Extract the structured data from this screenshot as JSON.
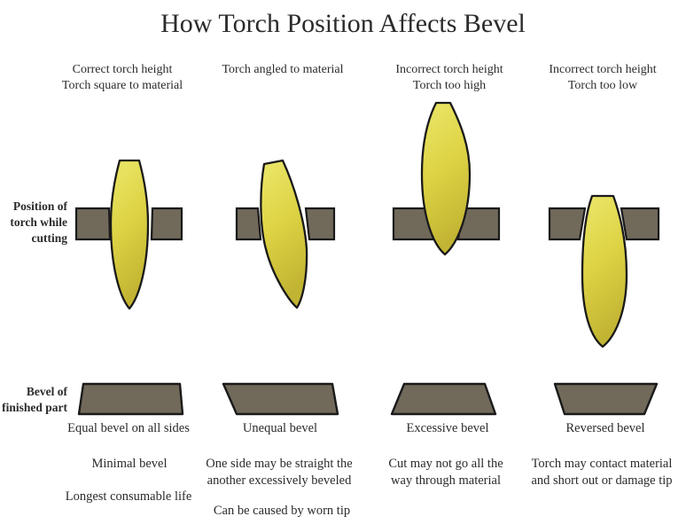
{
  "title": "How Torch Position Affects Bevel",
  "side_labels": {
    "torch_position": [
      "Position of",
      "torch while",
      "cutting"
    ],
    "bevel": [
      "Bevel of",
      "finished part"
    ]
  },
  "columns": [
    {
      "header": [
        "Correct torch height",
        "Torch square to material"
      ],
      "bevel_caption": "Equal bevel on all sides",
      "notes": [
        [
          "Minimal bevel"
        ],
        [
          "Longest consumable life"
        ]
      ]
    },
    {
      "header": [
        "Torch angled to material"
      ],
      "bevel_caption": "Unequal bevel",
      "notes": [
        [
          "One side may be straight the",
          "another excessively beveled"
        ],
        [
          "Can be caused by worn tip"
        ]
      ]
    },
    {
      "header": [
        "Incorrect torch height",
        "Torch too high"
      ],
      "bevel_caption": "Excessive bevel",
      "notes": [
        [
          "Cut may not go all the",
          "way through material"
        ]
      ]
    },
    {
      "header": [
        "Incorrect torch height",
        "Torch too low"
      ],
      "bevel_caption": "Reversed bevel",
      "notes": [
        [
          "Torch may contact material",
          "and short out or damage tip"
        ]
      ]
    }
  ],
  "colors": {
    "background": "#ffffff",
    "text": "#2b2b2b",
    "outline": "#1a1a1a",
    "material": "#716a5b",
    "flame_light": "#ebe76a",
    "flame_mid": "#ddd344",
    "flame_dark": "#c2b433"
  }
}
